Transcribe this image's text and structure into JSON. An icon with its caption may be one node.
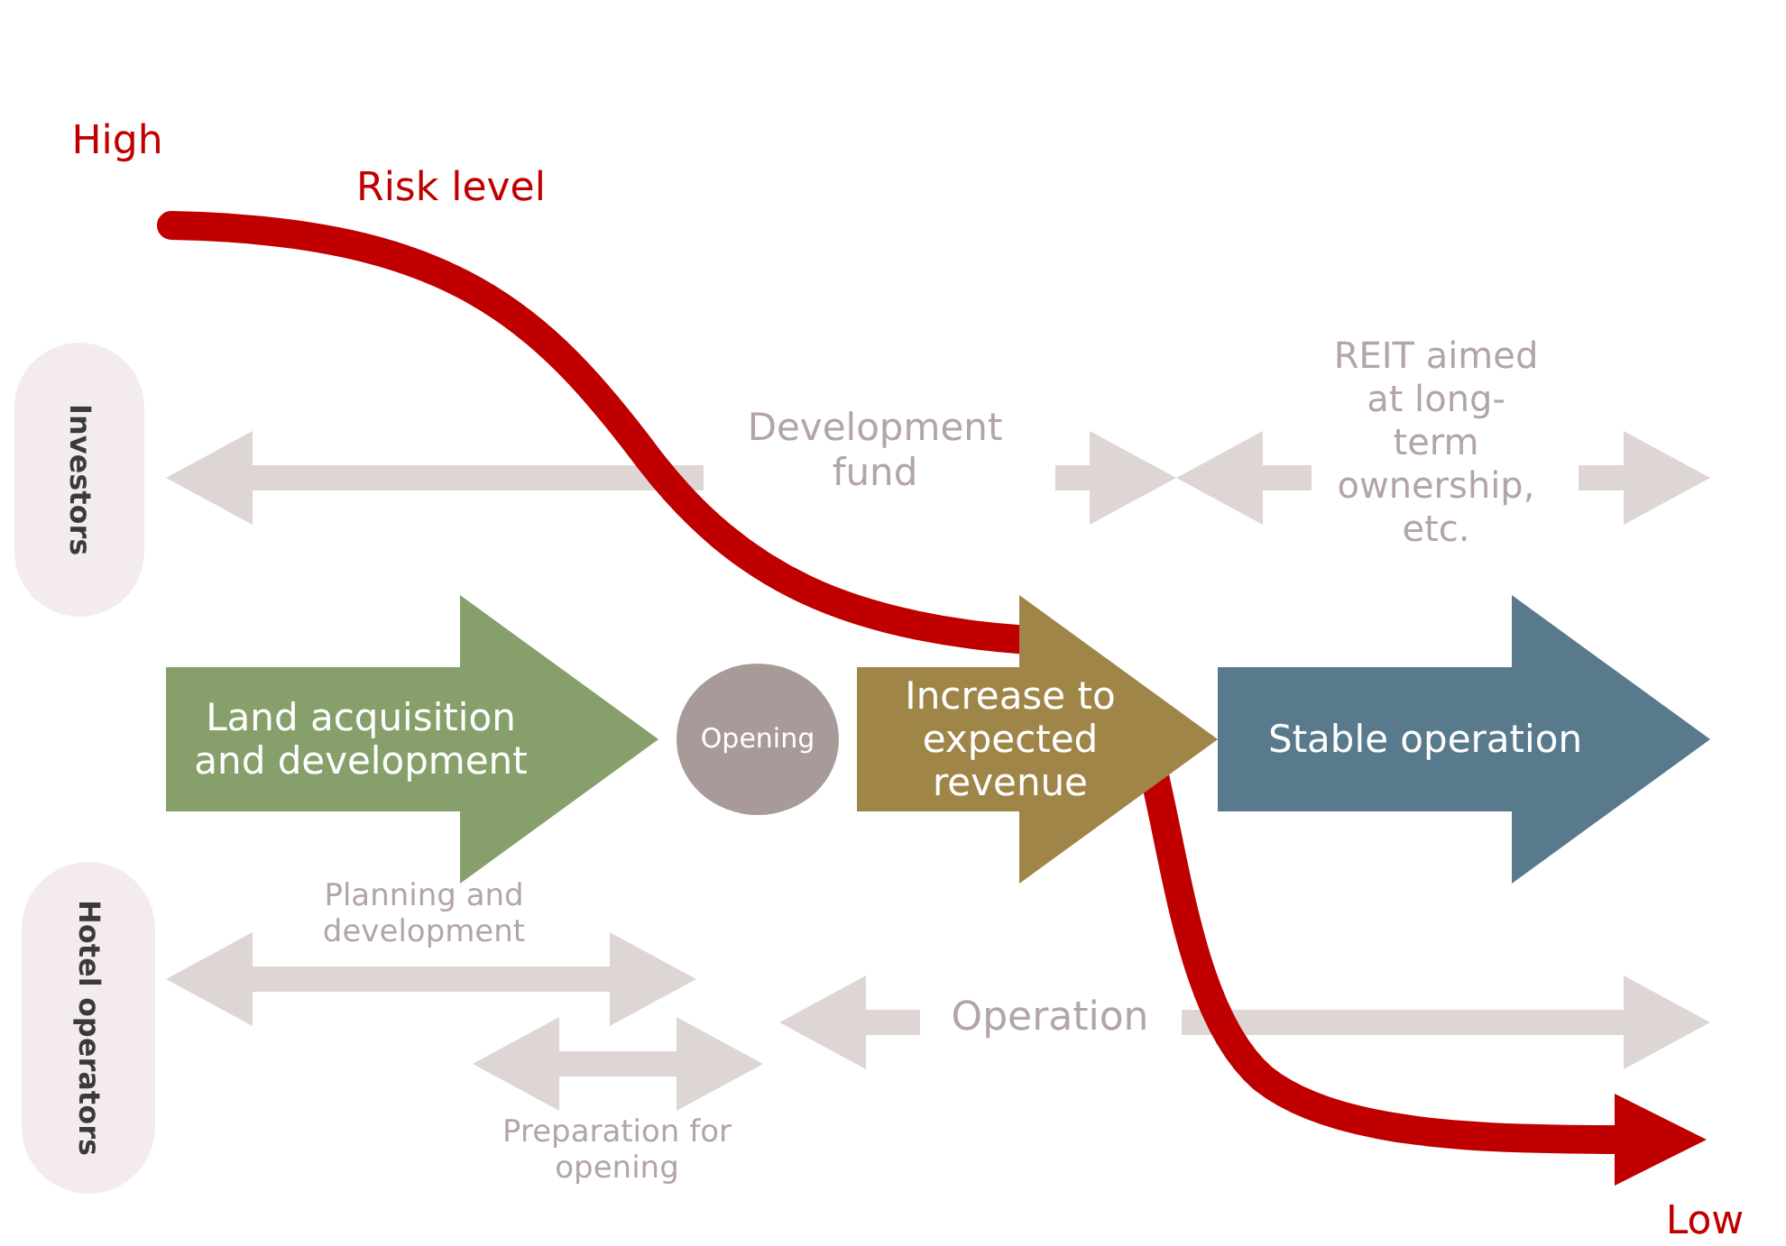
{
  "diagram": {
    "nodes": [
      {
        "text": [
          "Investors"
        ]
      },
      {
        "text": [
          "Hotel operators"
        ]
      },
      {
        "text": [
          "Land acquisition and development"
        ]
      },
      {
        "text": [
          "Opening"
        ]
      },
      {
        "text": [
          "Increase to expected revenue"
        ]
      },
      {
        "text": [
          "Stable operation"
        ]
      }
    ],
    "labels": [
      "High",
      "Risk level",
      "Development fund",
      "REIT aimed at long-term ownership, etc.",
      "Planning and development",
      "Operation",
      "Preparation for opening",
      "Low"
    ]
  }
}
